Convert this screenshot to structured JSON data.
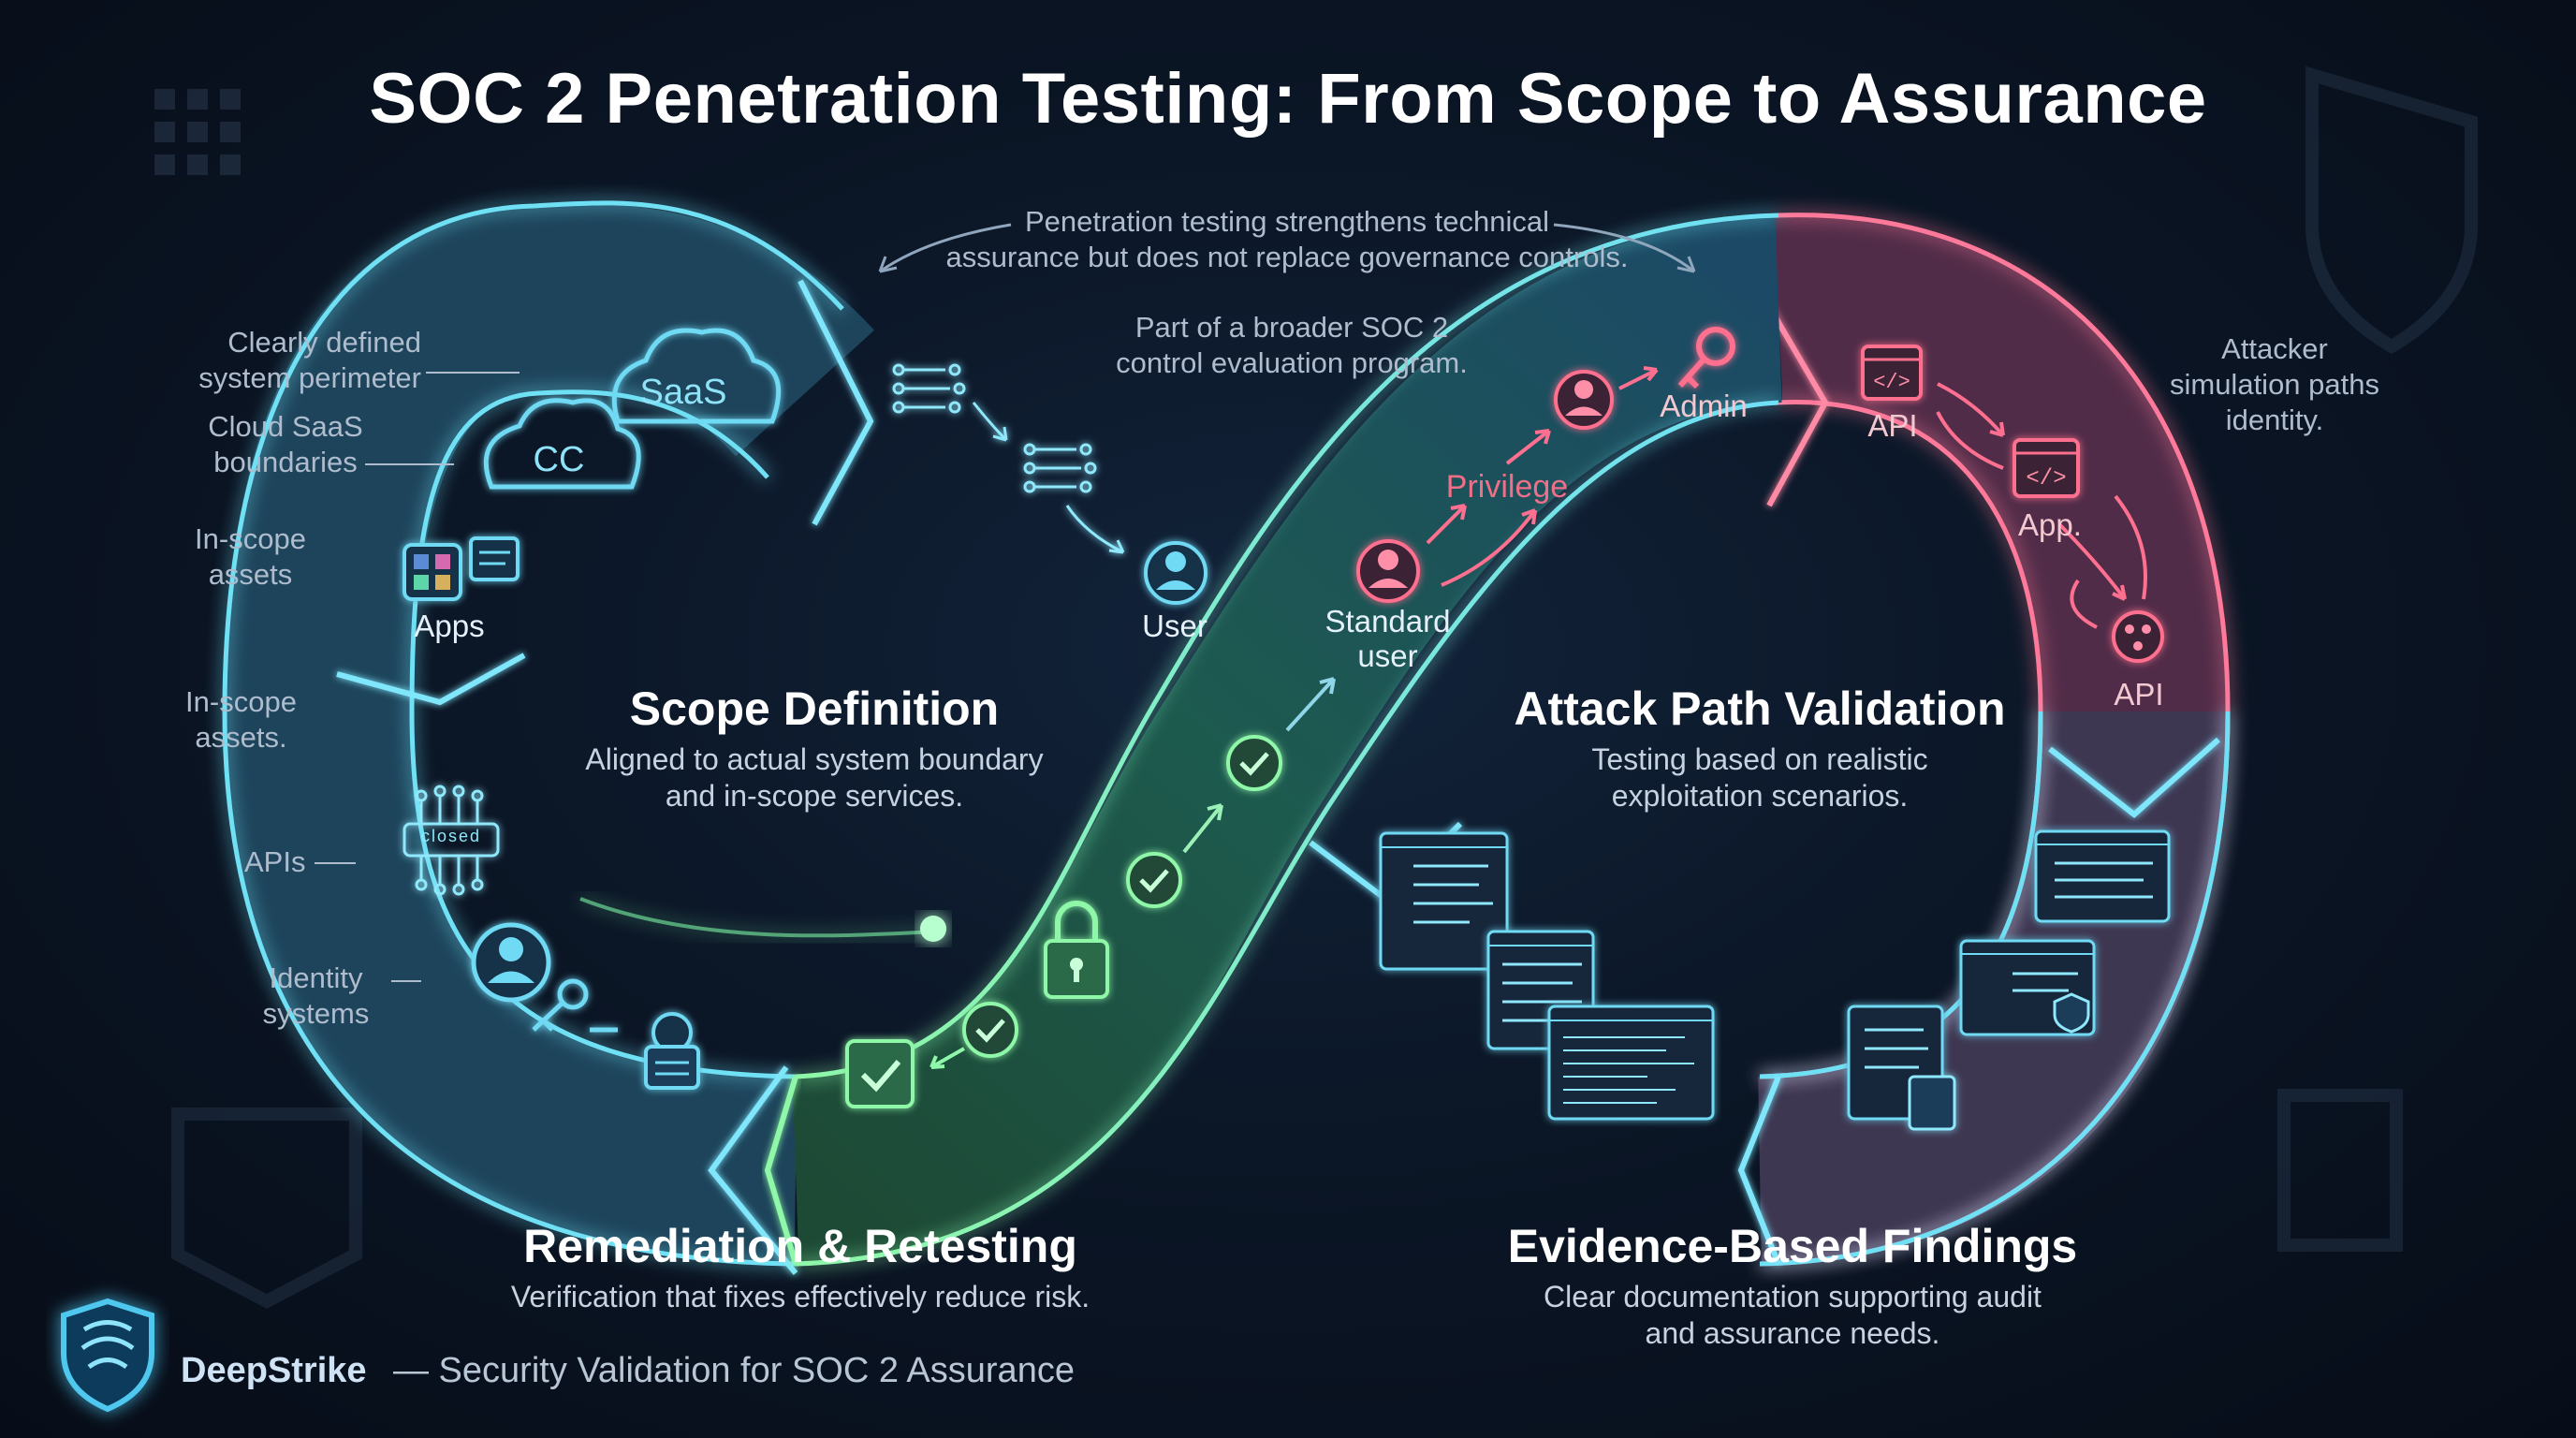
{
  "title": "SOC 2 Penetration Testing: From Scope to Assurance",
  "notes": {
    "top": [
      "Penetration testing strengthens technical",
      "assurance but does not replace governance controls."
    ],
    "program": [
      "Part of a broader SOC 2",
      "control evaluation program."
    ],
    "attacker": [
      "Attacker",
      "simulation paths",
      "identity."
    ]
  },
  "left_labels": {
    "perimeter": [
      "Clearly defined",
      "system perimeter"
    ],
    "cloud": [
      "Cloud SaaS",
      "boundaries"
    ],
    "assets1": [
      "In-scope",
      "assets"
    ],
    "assets2": [
      "In-scope",
      "assets."
    ],
    "apis": "APIs",
    "identity": [
      "Identity",
      "systems"
    ]
  },
  "icon_labels": {
    "saas": "SaaS",
    "cc": "CC",
    "apps": "Apps",
    "user": "User",
    "closed": "closed",
    "standard_user": [
      "Standard",
      "user"
    ],
    "privilege": "Privilege",
    "admin": "Admin",
    "api_top": "API",
    "app": "App.",
    "api_bottom": "API"
  },
  "sections": {
    "scope": {
      "title": "Scope Definition",
      "subtitle": [
        "Aligned to actual system boundary",
        "and in-scope services."
      ]
    },
    "attack": {
      "title": "Attack Path Validation",
      "subtitle": [
        "Testing based on realistic",
        "exploitation scenarios."
      ]
    },
    "remediation": {
      "title": "Remediation & Retesting",
      "subtitle": "Verification that fixes effectively reduce risk."
    },
    "evidence": {
      "title": "Evidence-Based Findings",
      "subtitle": [
        "Clear documentation supporting audit",
        "and assurance needs."
      ]
    }
  },
  "footer": {
    "brand": "DeepStrike",
    "tagline": "— Security Validation for SOC 2 Assurance"
  },
  "colors": {
    "background": "#0a1220",
    "cyan": "#5fd6f2",
    "green": "#7cf2a4",
    "pink": "#ff5f86",
    "text": "#ffffff"
  },
  "icons": [
    "cloud-icon",
    "apps-icon",
    "user-icon",
    "network-icon",
    "key-icon",
    "lock-icon",
    "check-icon",
    "code-window-icon",
    "document-icon",
    "shield-icon"
  ]
}
